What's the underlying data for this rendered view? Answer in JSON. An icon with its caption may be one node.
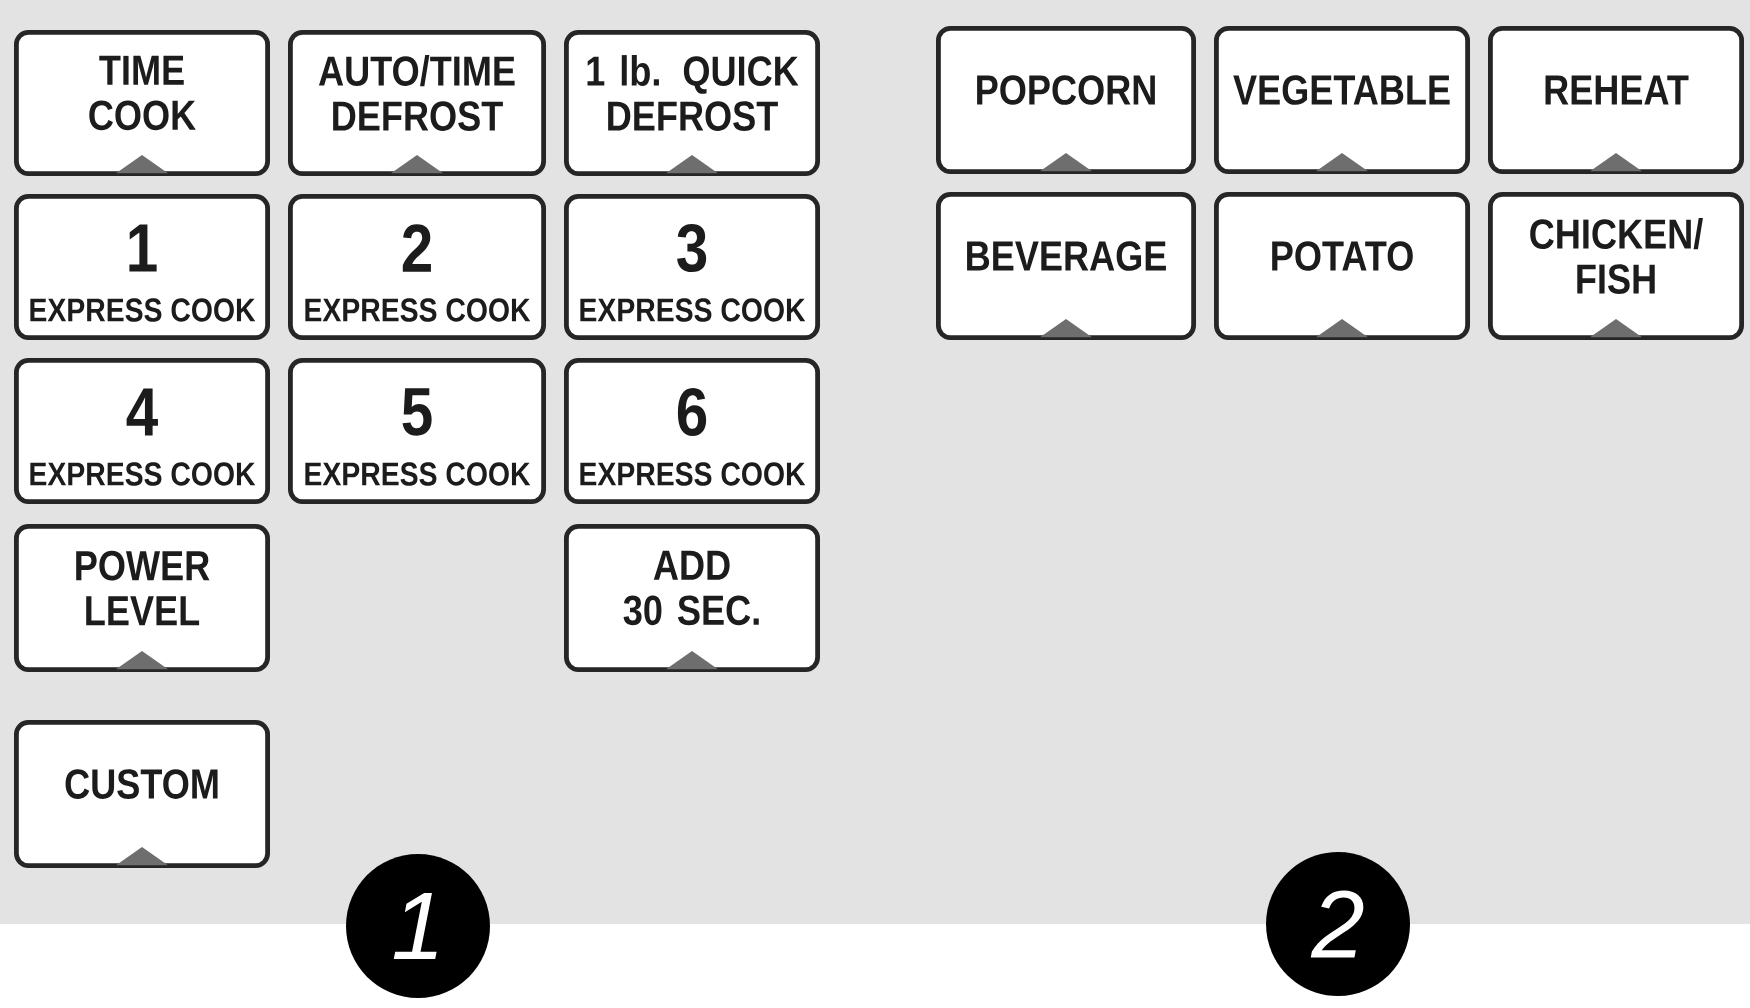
{
  "diagram": {
    "nodes": [
      {
        "text": [
          "TIME COOK"
        ]
      },
      {
        "text": [
          "AUTO/TIME DEFROST"
        ]
      },
      {
        "text": [
          "1 lb. QUICK DEFROST"
        ]
      },
      {
        "text": [
          "1",
          "EXPRESS COOK"
        ]
      },
      {
        "text": [
          "2",
          "EXPRESS COOK"
        ]
      },
      {
        "text": [
          "3",
          "EXPRESS COOK"
        ]
      },
      {
        "text": [
          "4",
          "EXPRESS COOK"
        ]
      },
      {
        "text": [
          "5",
          "EXPRESS COOK"
        ]
      },
      {
        "text": [
          "6",
          "EXPRESS COOK"
        ]
      },
      {
        "text": [
          "POWER LEVEL"
        ]
      },
      {
        "text": [
          "ADD 30 SEC."
        ]
      },
      {
        "text": [
          "CUSTOM"
        ]
      },
      {
        "text": [
          "POPCORN"
        ]
      },
      {
        "text": [
          "VEGETABLE"
        ]
      },
      {
        "text": [
          "REHEAT"
        ]
      },
      {
        "text": [
          "BEVERAGE"
        ]
      },
      {
        "text": [
          "POTATO"
        ]
      },
      {
        "text": [
          "CHICKEN/ FISH"
        ]
      }
    ],
    "labels": [
      "1",
      "2"
    ]
  }
}
